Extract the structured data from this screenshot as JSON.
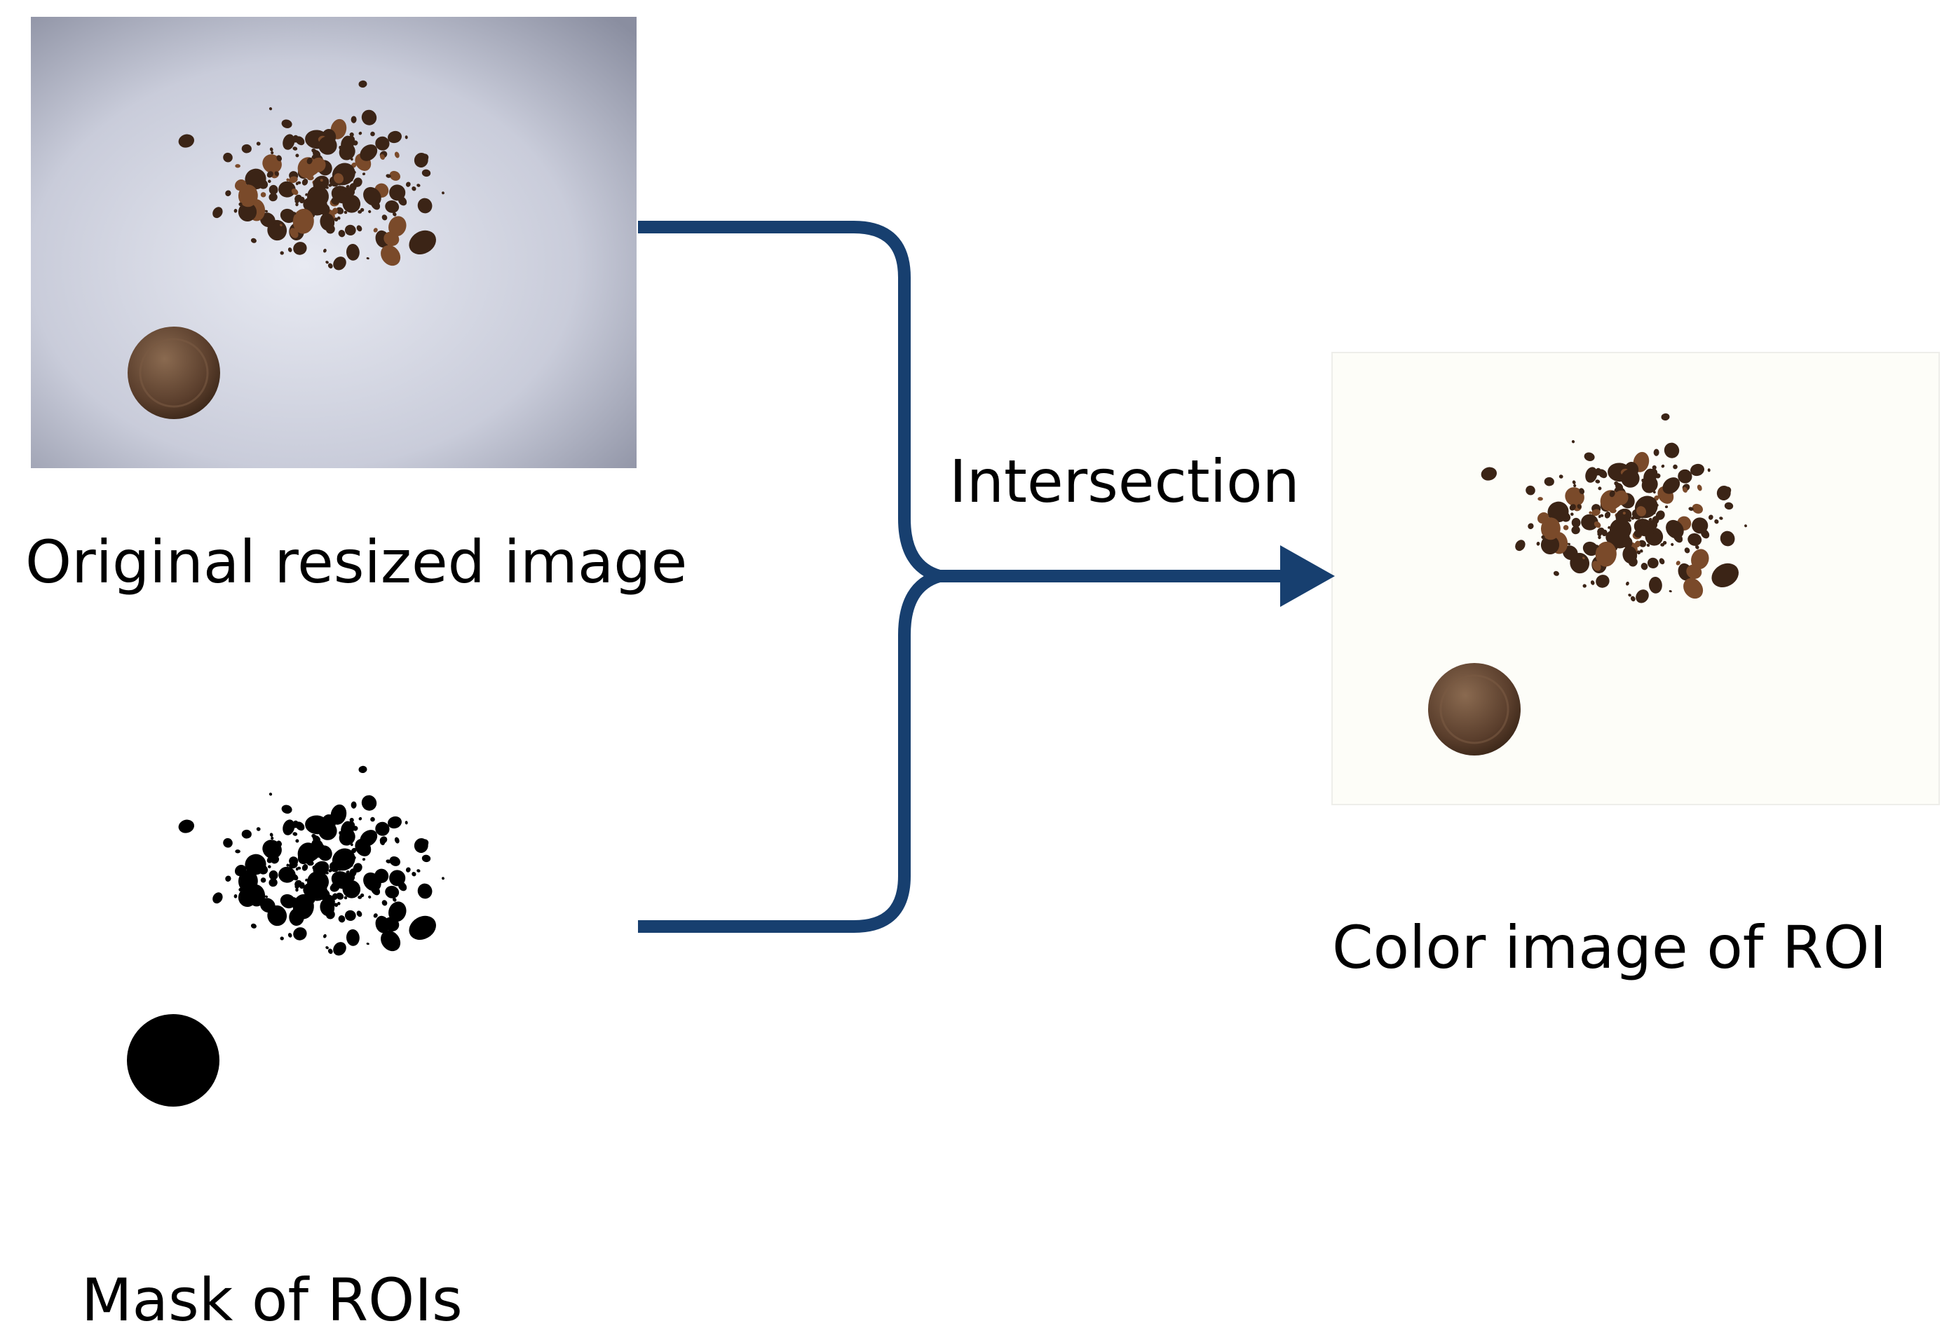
{
  "labels": {
    "original": "Original resized image",
    "mask": "Mask of ROIs",
    "color": "Color image of ROI",
    "operation": "Intersection"
  },
  "colors": {
    "connector": "#173f6f",
    "original_background": "#c9ccd9",
    "mask_foreground": "#000000",
    "roi_background": "#fdfdf8",
    "particle": "#3b2416",
    "coin": "#5e4230"
  },
  "panels": [
    {
      "id": "original",
      "content": "photo of dark particles scattered near a coin on a bluish-grey sheet"
    },
    {
      "id": "mask",
      "content": "binary mask, black particles and black coin on white"
    },
    {
      "id": "color",
      "content": "masked color image, particles and coin on off-white"
    }
  ]
}
